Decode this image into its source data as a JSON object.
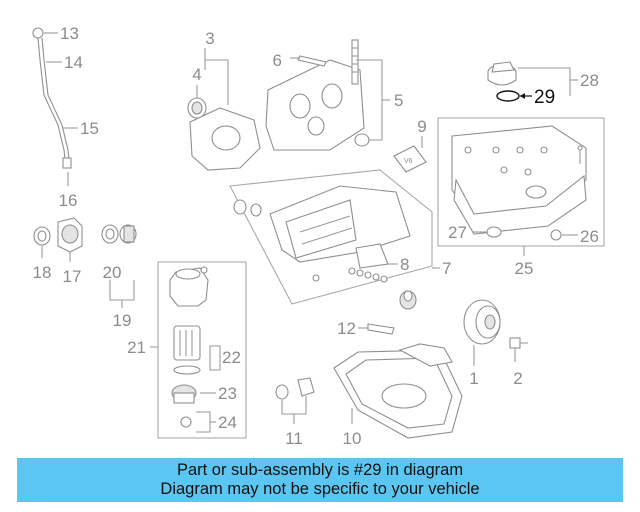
{
  "diagram": {
    "callouts": [
      "1",
      "2",
      "3",
      "4",
      "5",
      "6",
      "7",
      "8",
      "9",
      "10",
      "11",
      "12",
      "13",
      "14",
      "15",
      "16",
      "17",
      "18",
      "19",
      "20",
      "21",
      "22",
      "23",
      "24",
      "25",
      "26",
      "27",
      "28",
      "29"
    ],
    "highlighted_callout": "29",
    "highlight_color": "#111111",
    "part_line_color": "#8f8f8f"
  },
  "banner": {
    "line1": "Part or sub-assembly is #29 in diagram",
    "line2": "Diagram may not be specific to your vehicle",
    "background_color": "#5bc6f1"
  }
}
